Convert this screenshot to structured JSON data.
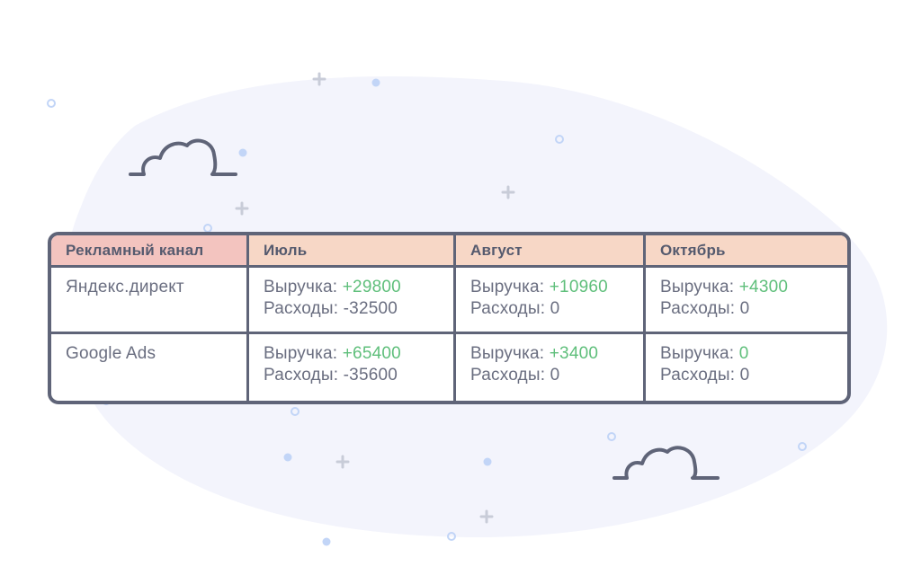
{
  "table": {
    "headers": [
      "Рекламный канал",
      "Июль",
      "Август",
      "Октябрь"
    ],
    "rows": [
      {
        "channel": "Яндекс.директ",
        "cells": [
          {
            "revenue_label": "Выручка: ",
            "revenue_value": "+29800",
            "expense_text": "Расходы: -32500"
          },
          {
            "revenue_label": "Выручка: ",
            "revenue_value": "+10960",
            "expense_text": "Расходы: 0"
          },
          {
            "revenue_label": "Выручка: ",
            "revenue_value": "+4300",
            "expense_text": "Расходы: 0"
          }
        ]
      },
      {
        "channel": "Google Ads",
        "cells": [
          {
            "revenue_label": "Выручка: ",
            "revenue_value": "+65400",
            "expense_text": "Расходы: -35600"
          },
          {
            "revenue_label": "Выручка: ",
            "revenue_value": "+3400",
            "expense_text": "Расходы: 0"
          },
          {
            "revenue_label": "Выручка: ",
            "revenue_value": "0",
            "expense_text": "Расходы: 0"
          }
        ]
      }
    ]
  },
  "colors": {
    "border": "#5f6478",
    "header_bg": "#f7d7c6",
    "first_header_bg": "#f3c4bf",
    "positive_text": "#5fbf7b",
    "text": "#6a6e80",
    "blob": "#f3f4fc",
    "dot": "#c2d5f7"
  },
  "decorations": {
    "icons": [
      "cloud-icon",
      "cloud-icon",
      "sparkle-plus-icon",
      "sparkle-dot-icon",
      "sparkle-ring-icon"
    ]
  }
}
